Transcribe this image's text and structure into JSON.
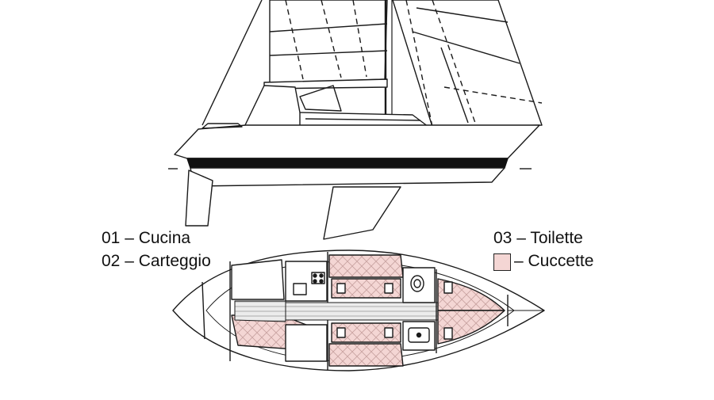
{
  "legend": {
    "left": [
      {
        "number": "01",
        "label": "01 – Cucina"
      },
      {
        "number": "02",
        "label": "02 – Carteggio"
      }
    ],
    "right": [
      {
        "number": "03",
        "label": "03 – Toilette"
      },
      {
        "number": "",
        "label": "– Cuccette"
      }
    ]
  },
  "colors": {
    "berth_fill": "#f4d6d4",
    "line": "#1a1a1a",
    "stripe": "#111111",
    "background": "#ffffff"
  },
  "icons": {
    "boat_profile": "sailboat-profile-drawing",
    "deck_plan": "hull-interior-layout-plan",
    "stove": "stove-icon",
    "toilet": "toilet-icon",
    "sink": "sink-icon"
  }
}
